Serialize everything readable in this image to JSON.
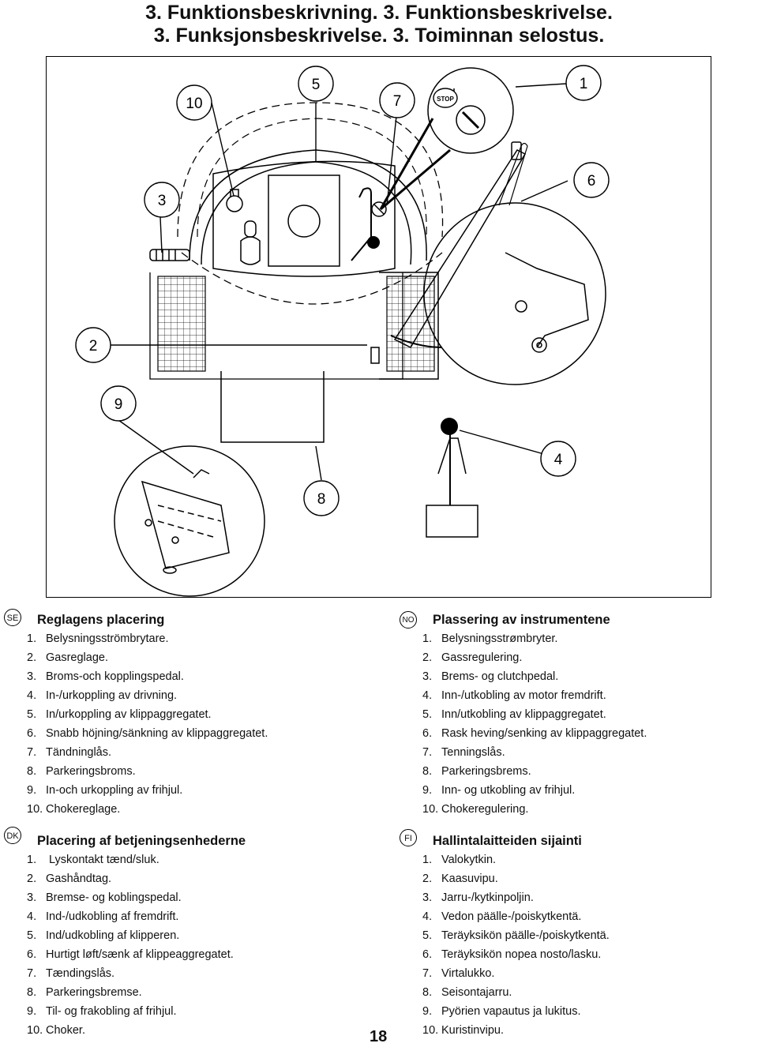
{
  "title": {
    "line1": "3. Funktionsbeskrivning.  3. Funktionsbeskrivelse.",
    "line2": "3. Funksjonsbeskrivelse.  3. Toiminnan selostus."
  },
  "figure": {
    "callouts": [
      "10",
      "5",
      "7",
      "1",
      "3",
      "6",
      "2",
      "9",
      "4",
      "8"
    ],
    "stop_label": "STOP"
  },
  "sections": {
    "se": {
      "code": "SE",
      "heading": "Reglagens placering",
      "items": [
        {
          "n": "1.",
          "t": "Belysningsströmbrytare."
        },
        {
          "n": "2.",
          "t": "Gasreglage."
        },
        {
          "n": "3.",
          "t": "Broms-och kopplingspedal."
        },
        {
          "n": "4.",
          "t": "In-/urkoppling av drivning."
        },
        {
          "n": "5.",
          "t": "In/urkoppling av klippaggregatet."
        },
        {
          "n": "6.",
          "t": "Snabb höjning/sänkning av klippaggregatet."
        },
        {
          "n": "7.",
          "t": "Tändninglås."
        },
        {
          "n": "8.",
          "t": "Parkeringsbroms."
        },
        {
          "n": "9.",
          "t": "In-och urkoppling av frihjul."
        },
        {
          "n": "10.",
          "t": "Chokereglage."
        }
      ]
    },
    "no": {
      "code": "NO",
      "heading": "Plassering av instrumentene",
      "items": [
        {
          "n": "1.",
          "t": "Belysningsstrømbryter."
        },
        {
          "n": "2.",
          "t": "Gassregulering."
        },
        {
          "n": "3.",
          "t": "Brems- og clutchpedal."
        },
        {
          "n": "4.",
          "t": "Inn-/utkobling av motor fremdrift."
        },
        {
          "n": "5.",
          "t": "Inn/utkobling av klippaggregatet."
        },
        {
          "n": "6.",
          "t": "Rask heving/senking av klippaggregatet."
        },
        {
          "n": "7.",
          "t": "Tenningslås."
        },
        {
          "n": "8.",
          "t": "Parkeringsbrems."
        },
        {
          "n": "9.",
          "t": "Inn- og utkobling av frihjul."
        },
        {
          "n": "10.",
          "t": "Chokeregulering."
        }
      ]
    },
    "dk": {
      "code": "DK",
      "heading": "Placering af betjeningsenhederne",
      "items": [
        {
          "n": "1.",
          "t": " Lyskontakt tænd/sluk."
        },
        {
          "n": "2.",
          "t": "Gashåndtag."
        },
        {
          "n": "3.",
          "t": "Bremse- og koblingspedal."
        },
        {
          "n": "4.",
          "t": "Ind-/udkobling af fremdrift."
        },
        {
          "n": "5.",
          "t": "Ind/udkobling af klipperen."
        },
        {
          "n": "6.",
          "t": "Hurtigt løft/sænk af klippeaggregatet."
        },
        {
          "n": "7.",
          "t": "Tændingslås."
        },
        {
          "n": "8.",
          "t": "Parkeringsbremse."
        },
        {
          "n": "9.",
          "t": "Til- og frakobling af frihjul."
        },
        {
          "n": "10.",
          "t": "Choker."
        }
      ]
    },
    "fi": {
      "code": "FI",
      "heading": "Hallintalaitteiden sijainti",
      "items": [
        {
          "n": "1.",
          "t": "Valokytkin."
        },
        {
          "n": "2.",
          "t": "Kaasuvipu."
        },
        {
          "n": "3.",
          "t": "Jarru-/kytkinpoljin."
        },
        {
          "n": "4.",
          "t": "Vedon päälle-/poiskytkentä."
        },
        {
          "n": "5.",
          "t": "Teräyksikön päälle-/poiskytkentä."
        },
        {
          "n": "6.",
          "t": "Teräyksikön nopea nosto/lasku."
        },
        {
          "n": "7.",
          "t": "Virtalukko."
        },
        {
          "n": "8.",
          "t": "Seisontajarru."
        },
        {
          "n": "9.",
          "t": "Pyörien vapautus ja lukitus."
        },
        {
          "n": "10.",
          "t": "Kuristinvipu."
        }
      ]
    }
  },
  "page_number": "18"
}
